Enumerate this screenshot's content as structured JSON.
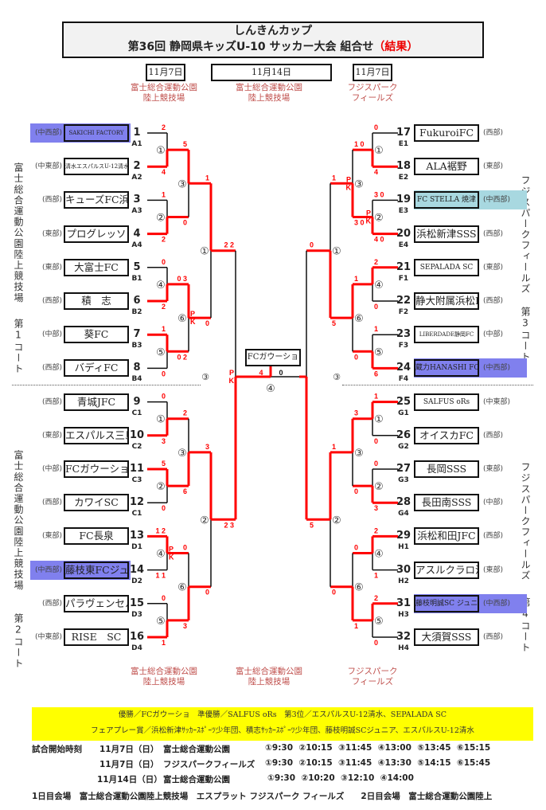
{
  "header": {
    "line1": "しんきんカップ",
    "line2": "第36回  静岡県キッズU-10 サッカー大会 組合せ",
    "result": "（結果）"
  },
  "dates": [
    {
      "date": "11月7日",
      "venue1": "富士総合運動公園",
      "venue2": "陸上競技場"
    },
    {
      "date": "11月14日",
      "venue1": "富士総合運動公園",
      "venue2": "陸上競技場"
    },
    {
      "date": "11月7日",
      "venue1": "フジスパーク",
      "venue2": "フィールズ"
    }
  ],
  "side_labels": {
    "left_top": "富士総合運動公園陸上競技場",
    "left_top_court": "第1コート",
    "left_bottom": "富士総合運動公園陸上競技場",
    "left_bottom_court": "第2コート",
    "right_top": "フジスパークフィールズ",
    "right_top_court": "第3コート",
    "right_bottom": "フジスパークフィールズ",
    "right_bottom_court": "第4コート"
  },
  "colors": {
    "red": "#ff0000",
    "purple": "#8080ee",
    "blue": "#a8d8e0",
    "yellow": "#ffff00"
  },
  "teams": [
    {
      "no": "1",
      "code": "A1",
      "name": "SAKICHI FACTORY",
      "div": "(中西部)",
      "hl": "purple"
    },
    {
      "no": "2",
      "code": "A2",
      "name": "清水エスパルスU-12清水",
      "div": "(中東部)"
    },
    {
      "no": "3",
      "code": "A3",
      "name": "キューズFC浜松",
      "div": "(西部)"
    },
    {
      "no": "4",
      "code": "A4",
      "name": "プログレッソ",
      "div": "(東部)"
    },
    {
      "no": "5",
      "code": "B1",
      "name": "大富士FC",
      "div": "(東部)"
    },
    {
      "no": "6",
      "code": "B2",
      "name": "積　志",
      "div": "(西部)"
    },
    {
      "no": "7",
      "code": "B3",
      "name": "葵FC",
      "div": "(中部)"
    },
    {
      "no": "8",
      "code": "B4",
      "name": "バディFC",
      "div": "(西部)"
    },
    {
      "no": "9",
      "code": "C1",
      "name": "青城JFC",
      "div": "(西部)"
    },
    {
      "no": "10",
      "code": "C2",
      "name": "エスパルス三島",
      "div": "(東部)"
    },
    {
      "no": "11",
      "code": "C3",
      "name": "FCガウーショ",
      "div": "(中部)"
    },
    {
      "no": "12",
      "code": "C1",
      "name": "カワイSC",
      "div": "(西部)"
    },
    {
      "no": "13",
      "code": "D1",
      "name": "FC長泉",
      "div": "(東部)"
    },
    {
      "no": "14",
      "code": "D2",
      "name": "藤枝東FCジュニア",
      "div": "(中西部)",
      "hl": "purple"
    },
    {
      "no": "15",
      "code": "D3",
      "name": "パラヴェンセル",
      "div": "(西部)"
    },
    {
      "no": "16",
      "code": "D4",
      "name": "RISE　SC",
      "div": "(中東部)"
    },
    {
      "no": "17",
      "code": "E1",
      "name": "FukuroiFC",
      "div": "(西部)"
    },
    {
      "no": "18",
      "code": "E2",
      "name": "ALA裾野",
      "div": "(東部)"
    },
    {
      "no": "19",
      "code": "E3",
      "name": "FC STELLA 焼津",
      "div": "(中西部)",
      "hl": "blue"
    },
    {
      "no": "20",
      "code": "E4",
      "name": "浜松新津SSS",
      "div": "(西部)"
    },
    {
      "no": "21",
      "code": "F1",
      "name": "SEPALADA SC",
      "div": "(東部)"
    },
    {
      "no": "22",
      "code": "F2",
      "name": "静大附属浜松FC",
      "div": "(西部)"
    },
    {
      "no": "23",
      "code": "F3",
      "name": "LIBERDADE静岡FC",
      "div": "(中部)"
    },
    {
      "no": "24",
      "code": "F4",
      "name": "蔵力HANASHI FC",
      "div": "(中西部)",
      "hl": "purple"
    },
    {
      "no": "25",
      "code": "G1",
      "name": "SALFUS oRs",
      "div": "(中東部)"
    },
    {
      "no": "26",
      "code": "G2",
      "name": "オイスカFC",
      "div": "(西部)"
    },
    {
      "no": "27",
      "code": "G3",
      "name": "長岡SSS",
      "div": "(東部)"
    },
    {
      "no": "28",
      "code": "G4",
      "name": "長田南SSS",
      "div": "(中部)"
    },
    {
      "no": "29",
      "code": "H1",
      "name": "浜松和田JFC",
      "div": "(西部)"
    },
    {
      "no": "30",
      "code": "H2",
      "name": "アスルクラロ沼津",
      "div": "(東部)"
    },
    {
      "no": "31",
      "code": "H3",
      "name": "藤枝明誠SC ジュニア",
      "div": "(中西部)",
      "hl": "purple"
    },
    {
      "no": "32",
      "code": "H4",
      "name": "大須賀SSS",
      "div": "(西部)"
    }
  ],
  "halves": [
    {
      "side": "left",
      "offset": 0,
      "r1": [
        {
          "l": "①",
          "t": "2",
          "b": "4",
          "w": 1
        },
        {
          "l": "②",
          "t": "1",
          "b": "2",
          "w": 1
        },
        {
          "l": "④",
          "t": "0",
          "b": "2",
          "w": 1
        },
        {
          "l": "⑤",
          "t": "1",
          "b": "0",
          "w": 0
        }
      ],
      "r2": [
        {
          "l": "③",
          "t": "5",
          "b": "0",
          "w": 0
        },
        {
          "l": "⑥",
          "t": "0 3",
          "b": "0 2",
          "w": 0,
          "pk": true
        }
      ],
      "r3": {
        "l": "①",
        "t": "1",
        "b": "0",
        "w": 0
      }
    },
    {
      "side": "left",
      "offset": 8,
      "r1": [
        {
          "l": "①",
          "t": "0",
          "b": "3",
          "w": 1
        },
        {
          "l": "②",
          "t": "5",
          "b": "0",
          "w": 0
        },
        {
          "l": "④",
          "t": "1 2",
          "b": "1 1",
          "w": 0,
          "pk": true
        },
        {
          "l": "⑤",
          "t": "0",
          "b": "1",
          "w": 1
        }
      ],
      "r2": [
        {
          "l": "③",
          "t": "2",
          "b": "6",
          "w": 1
        },
        {
          "l": "⑥",
          "t": "0",
          "b": "3",
          "w": 1
        }
      ],
      "r3": {
        "l": "②",
        "t": "3",
        "b": "0",
        "w": 0
      }
    },
    {
      "side": "right",
      "offset": 16,
      "r1": [
        {
          "l": "①",
          "t": "0",
          "b": "4",
          "w": 1
        },
        {
          "l": "②",
          "t": "3 0",
          "b": "4 0",
          "w": 1,
          "pk": true
        },
        {
          "l": "④",
          "t": "2",
          "b": "0",
          "w": 0
        },
        {
          "l": "⑤",
          "t": "1",
          "b": "6",
          "w": 1
        }
      ],
      "r2": [
        {
          "l": "③",
          "t": "1 0",
          "b": "3 0",
          "w": 1,
          "pk": true
        },
        {
          "l": "⑥",
          "t": "1",
          "b": "0",
          "w": 0
        }
      ],
      "r3": {
        "l": "①",
        "t": "1",
        "b": "5",
        "w": 1
      }
    },
    {
      "side": "right",
      "offset": 24,
      "r1": [
        {
          "l": "①",
          "t": "1",
          "b": "0",
          "w": 0
        },
        {
          "l": "②",
          "t": "0",
          "b": "3",
          "w": 1
        },
        {
          "l": "④",
          "t": "2",
          "b": "1",
          "w": 0
        },
        {
          "l": "⑤",
          "t": "2",
          "b": "0",
          "w": 0
        }
      ],
      "r2": [
        {
          "l": "③",
          "t": "3",
          "b": "0",
          "w": 0
        },
        {
          "l": "⑥",
          "t": "0",
          "b": "1",
          "w": 1
        }
      ],
      "r3": {
        "l": "②",
        "t": "1",
        "b": "0",
        "w": 0
      }
    }
  ],
  "semis": {
    "left": {
      "t": "2 2",
      "b": "2 3",
      "w": 1,
      "pk": true
    },
    "right": {
      "t": "0",
      "b": "5",
      "w": 1
    }
  },
  "final": {
    "label": "④",
    "left": "4",
    "right": "0",
    "champion": "FCガウーショ",
    "third_left": "③",
    "third_right": "③"
  },
  "results": {
    "line1": "優勝／FCガウーショ　準優勝／SALFUS oRs　第3位／エスパルスU-12清水、SEPALADA SC",
    "line2": "フェアプレー賞／浜松新津ｻｯｶｰｽﾎﾟｰﾂ少年団、積志ｻｯｶｰｽﾎﾟｰﾂ少年団、藤枝明誠SCジュニア、エスパルスU-12清水"
  },
  "schedule": {
    "title": "試合開始時刻",
    "rows": [
      {
        "date": "11月7日（日）",
        "venue": "富士総合運動公園",
        "times": "①9:30  ②10:15  ③11:45  ④13:00  ⑤13:45  ⑥15:15"
      },
      {
        "date": "11月7日（日）",
        "venue": "フジスパークフィールズ",
        "times": "①9:30  ②10:15  ③11:45  ④13:30  ⑤14:15  ⑥15:45"
      },
      {
        "date": "11月14日（日）",
        "venue": "富士総合運動公園",
        "times": "①9:30  ②10:20  ③12:10  ④14:00"
      }
    ],
    "footer": "1日目会場　富士総合運動公園陸上競技場　エスプラット フジスパーク フィールズ　　2日目会場　富士総合運動公園陸上"
  }
}
